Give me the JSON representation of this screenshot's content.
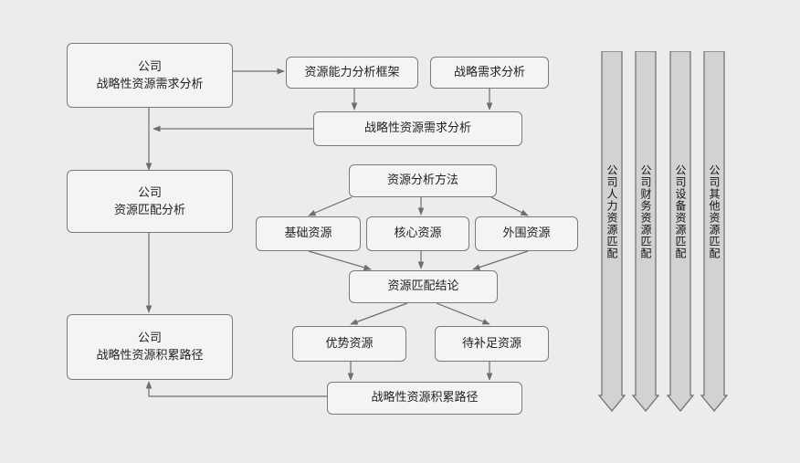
{
  "left_column": {
    "demand_analysis": {
      "line1": "公司",
      "line2": "战略性资源需求分析"
    },
    "matching_analysis": {
      "line1": "公司",
      "line2": "资源匹配分析"
    },
    "accumulation_path": {
      "line1": "公司",
      "line2": "战略性资源积累路径"
    }
  },
  "middle_column": {
    "capability_framework": "资源能力分析框架",
    "strategy_demand": "战略需求分析",
    "strategic_resource_demand": "战略性资源需求分析",
    "analysis_method": "资源分析方法",
    "basic_resources": "基础资源",
    "core_resources": "核心资源",
    "peripheral_resources": "外围资源",
    "matching_conclusion": "资源匹配结论",
    "advantage_resources": "优势资源",
    "deficient_resources": "待补足资源",
    "strategic_accumulation_path": "战略性资源积累路径"
  },
  "right_columns": [
    {
      "label": "公司人力资源匹配"
    },
    {
      "label": "公司财务资源匹配"
    },
    {
      "label": "公司设备资源匹配"
    },
    {
      "label": "公司其他资源匹配"
    }
  ],
  "colors": {
    "line": "#6e6e6e",
    "box_border": "#7a7a7a",
    "box_fill": "#f4f4f4",
    "column_fill": "#d2d2d2",
    "background": "#ececec"
  }
}
